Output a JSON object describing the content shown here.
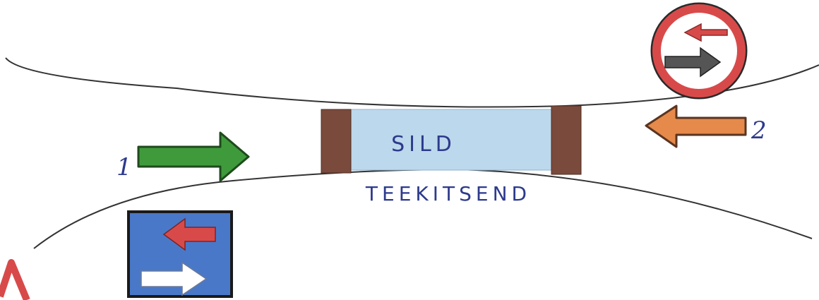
{
  "labels": {
    "bridge": "SILD",
    "narrowing": "TEEKITSEND",
    "direction_1": "1",
    "direction_2": "2"
  },
  "signs": {
    "priority_sign_name": "oncoming-priority-sign",
    "give_way_sign_name": "give-way-to-oncoming-sign",
    "warning_sign_name": "warning-triangle-sign"
  },
  "colors": {
    "road_edge": "#333333",
    "bridge_deck": "#bcd8ec",
    "bridge_pillar": "#7a4a3c",
    "arrow_1": "#3f9a3c",
    "arrow_2": "#e58a4a",
    "sign_blue": "#4a78c8",
    "sign_red": "#d84a4a",
    "text_ink": "#2d3a8c"
  }
}
